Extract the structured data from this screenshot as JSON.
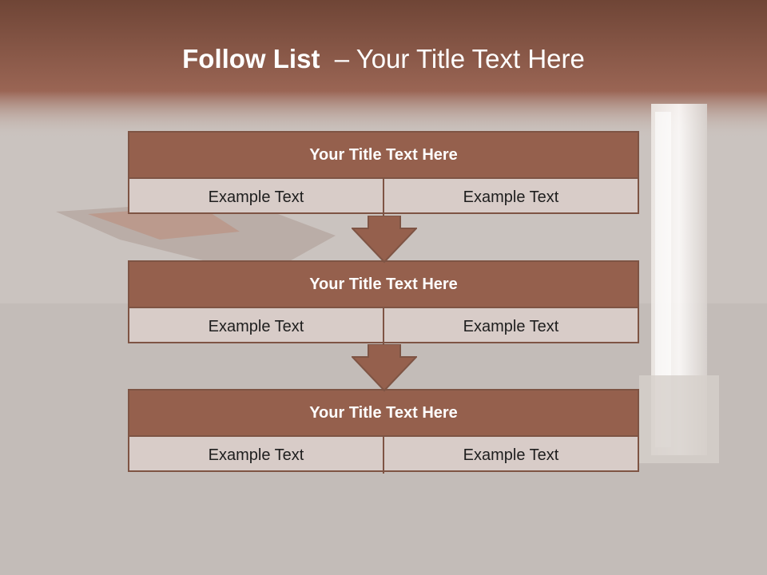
{
  "title": {
    "bold": "Follow List",
    "rest": "  – Your Title Text Here"
  },
  "steps": [
    {
      "title": "Your Title Text Here",
      "left": "Example Text",
      "right": "Example Text"
    },
    {
      "title": "Your Title Text Here",
      "left": "Example Text",
      "right": "Example Text"
    },
    {
      "title": "Your Title Text Here",
      "left": "Example Text",
      "right": "Example Text"
    }
  ],
  "colors": {
    "header_band": "#8d5a47",
    "box_header": "#95604d",
    "box_body": "#d8ccc8",
    "border": "#7e5444",
    "background": "#cfc8c4"
  }
}
